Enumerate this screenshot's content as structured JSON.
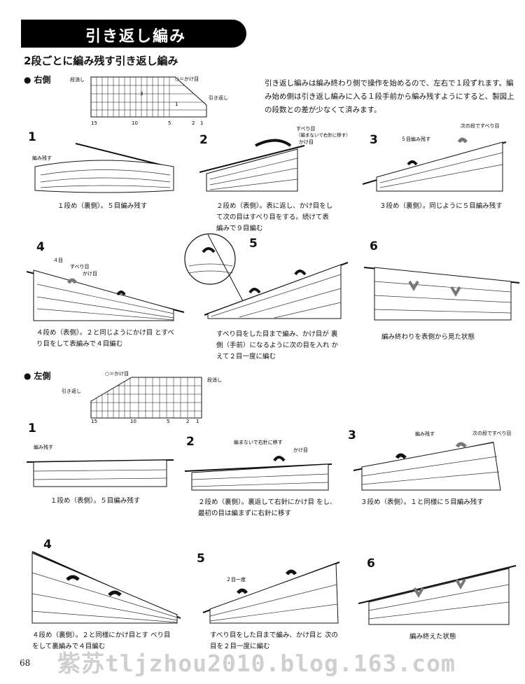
{
  "title": "引き返し編み",
  "subtitle": "2段ごとに編み残す引き返し編み",
  "intro": "引き返し編みは編み終わり側で操作を始めるので、左右で１段ずれます。編み始め側は引き返し編みに入る１段手前から編み残すようにすると、製図上の段数との差が少なくて済みます。",
  "right": {
    "label": "右側",
    "chart": {
      "t1": "段消し",
      "t2": "○＝かけ目",
      "t3": "引き返し",
      "t4": "3",
      "t5": "1",
      "n15": "15",
      "n10": "10",
      "n5": "5",
      "n2": "2",
      "n1": "1"
    },
    "steps": [
      {
        "num": "1",
        "note": "編み残す",
        "caption": "１段め（裏側）。５目編み残す"
      },
      {
        "num": "2",
        "note1": "すべり目",
        "note2": "（編まないで右針に移す）",
        "note3": "かけ目",
        "caption": "２段め（表側）。表に返し、かけ目をし て次の目はすべり目をする。続けて表 編みで９目編む"
      },
      {
        "num": "3",
        "note1": "５目編み残す",
        "note2": "次の段ですべり目",
        "caption": "３段め（裏側）。同じように５目編み残す"
      },
      {
        "num": "4",
        "note1": "４目",
        "note2": "すべり目",
        "note3": "かけ目",
        "caption": "４段め（表側）。２と同じようにかけ目 とすべり目をして表編みで４目編む"
      },
      {
        "num": "5",
        "caption": "すべり目をした目まで編み、かけ目が 裏側（手前）になるように次の目を入れ かえて２目一度に編む"
      },
      {
        "num": "6",
        "caption": "編み終わりを表側から見た状態"
      }
    ]
  },
  "left": {
    "label": "左側",
    "chart": {
      "t1": "○＝かけ目",
      "t2": "段消し",
      "t3": "引き返し",
      "n15": "15",
      "n10": "10",
      "n5": "5",
      "n2": "2",
      "n1": "1"
    },
    "steps": [
      {
        "num": "1",
        "note": "編み残す",
        "caption": "１段め（表側）。５目編み残す"
      },
      {
        "num": "2",
        "note1": "編まないで右針に移す",
        "note2": "かけ目",
        "caption": "２段め（裏側）。裏返して右針にかけ目 をし、最初の目は編まずに右針に移す"
      },
      {
        "num": "3",
        "note1": "編み残す",
        "note2": "次の段ですべり目",
        "caption": "３段め（表側）。１と同様に５目編み残す"
      },
      {
        "num": "4",
        "caption": "４段め（裏側）。２と同様にかけ目とす べり目をして裏編みで４目編む"
      },
      {
        "num": "5",
        "note": "２目一度",
        "caption": "すべり目をした目まで編み、かけ目と 次の目を２目一度に編む"
      },
      {
        "num": "6",
        "caption": "編み終えた状態"
      }
    ]
  },
  "page_number": "68",
  "watermark": "紫苏tljzhou2010.blog.163.com"
}
